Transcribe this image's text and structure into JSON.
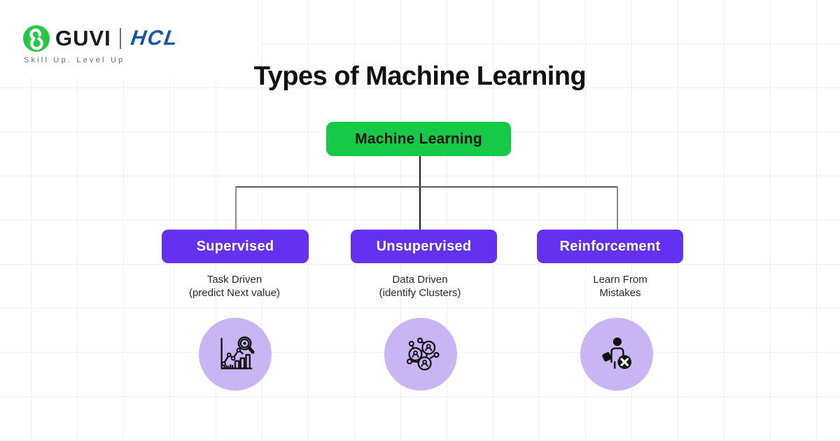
{
  "logo": {
    "brand": "GUVI",
    "partner": "HCL",
    "tagline": "Skill Up. Level Up"
  },
  "title": "Types of Machine Learning",
  "diagram": {
    "root": {
      "label": "Machine Learning"
    },
    "branches": [
      {
        "label": "Supervised",
        "description_line1": "Task Driven",
        "description_line2": "(predict Next value)",
        "icon": "chart-magnifier-icon"
      },
      {
        "label": "Unsupervised",
        "description_line1": "Data Driven",
        "description_line2": "(identify Clusters)",
        "icon": "cluster-network-icon"
      },
      {
        "label": "Reinforcement",
        "description_line1": "Learn From",
        "description_line2": "Mistakes",
        "icon": "person-mistake-icon"
      }
    ]
  },
  "colors": {
    "root_green": "#16c946",
    "branch_purple": "#6431f0",
    "icon_circle_purple": "#c9b4f4",
    "guvi_green": "#23c944",
    "hcl_blue": "#1857a8",
    "connector_dark": "#1c1c1c",
    "connector_grey": "#8c8c8c"
  }
}
